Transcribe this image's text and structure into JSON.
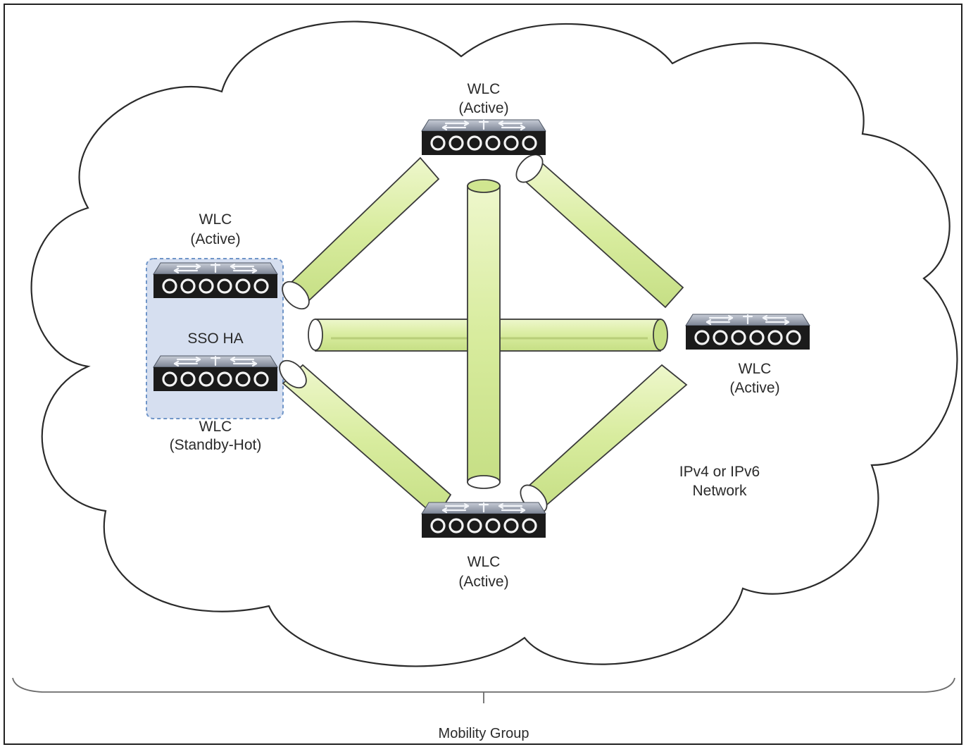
{
  "diagram": {
    "controllers": [
      {
        "id": "top",
        "name": "WLC",
        "state": "(Active)"
      },
      {
        "id": "left-primary",
        "name": "WLC",
        "state": "(Active)"
      },
      {
        "id": "left-secondary",
        "name": "WLC",
        "state": "(Standby-Hot)"
      },
      {
        "id": "right",
        "name": "WLC",
        "state": "(Active)"
      },
      {
        "id": "bottom",
        "name": "WLC",
        "state": "(Active)"
      }
    ],
    "ha_pair_label": "SSO HA",
    "network_label": {
      "line1": "IPv4 or IPv6",
      "line2": "Network"
    },
    "group_label": "Mobility Group",
    "colors": {
      "tunnel_fill": "#dcefa7",
      "ha_box_fill": "#d6dff0",
      "ha_box_border": "#6f95c8",
      "switch_body": "#1b1b1b"
    }
  }
}
